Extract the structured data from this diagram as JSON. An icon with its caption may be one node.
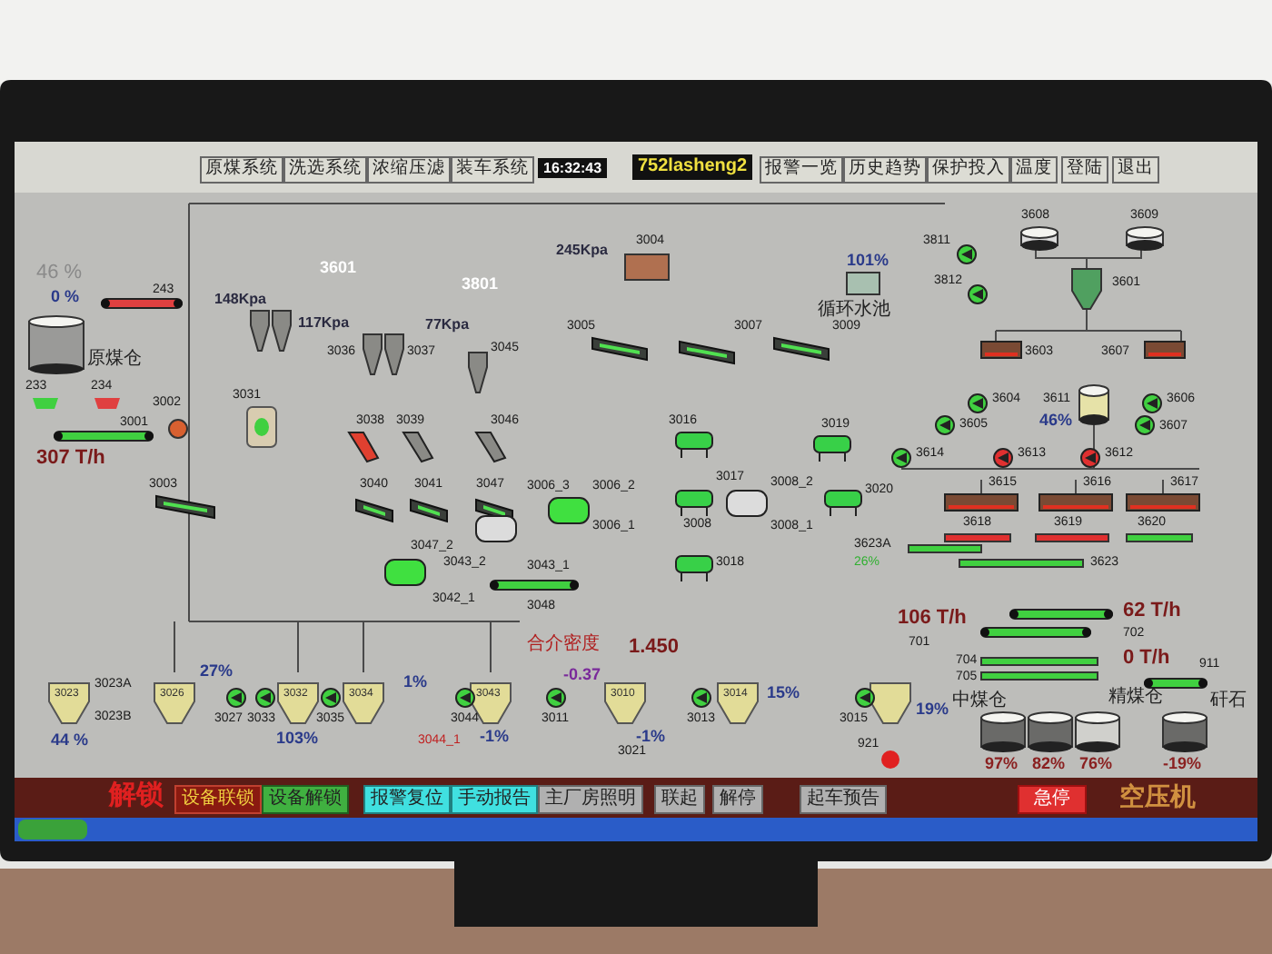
{
  "diagram": {
    "labels": [
      "原煤系统",
      "洗选系统",
      "浓缩压滤",
      "装车系统",
      "16:32:43",
      "752lasheng2",
      "报警一览",
      "历史趋势",
      "保护投入",
      "温度",
      "登陆",
      "退出",
      "46 %",
      "0 %",
      "243",
      "原煤仓",
      "233",
      "234",
      "3001",
      "307 T/h",
      "3002",
      "3003",
      "148Kpa",
      "3601",
      "117Kpa",
      "3036",
      "3037",
      "3801",
      "77Kpa",
      "3045",
      "245Kpa",
      "3031",
      "3004",
      "3005",
      "3007",
      "3009",
      "101%",
      "循环水池",
      "3811",
      "3812",
      "3608",
      "3609",
      "3601",
      "3603",
      "3607",
      "3604",
      "3606",
      "3605",
      "3607",
      "3038",
      "3039",
      "3046",
      "3016",
      "3019",
      "3611",
      "46%",
      "3614",
      "3613",
      "3612",
      "3040",
      "3041",
      "3047",
      "3006_3",
      "3006_2",
      "3017",
      "3008",
      "3008_2",
      "3020",
      "3615",
      "3616",
      "3617",
      "3006_1",
      "3008_1",
      "3618",
      "3619",
      "3620",
      "3047_2",
      "3623A",
      "3043_2",
      "3043_1",
      "3018",
      "26%",
      "3623",
      "3042_1",
      "3048",
      "106 T/h",
      "62 T/h",
      "701",
      "702",
      "合介密度",
      "1.450",
      "704",
      "0 T/h",
      "911",
      "705",
      "3023",
      "3023A",
      "3026",
      "27%",
      "3032",
      "3034",
      "1%",
      "3043",
      "3010",
      "3014",
      "19%",
      "中煤仓",
      "精煤仓",
      "矸石",
      "3023B",
      "3027",
      "3033",
      "3035",
      "3044",
      "3011",
      "-0.37",
      "-1%",
      "-1%",
      "3013",
      "15%",
      "3015",
      "44 %",
      "103%",
      "3044_1",
      "3021",
      "921",
      "97%",
      "82%",
      "76%",
      "-19%",
      "解锁",
      "设备联锁",
      "设备解锁",
      "报警复位",
      "手动报告",
      "主厂房照明",
      "联起",
      "解停",
      "起车预告",
      "急停",
      "空压机"
    ]
  }
}
